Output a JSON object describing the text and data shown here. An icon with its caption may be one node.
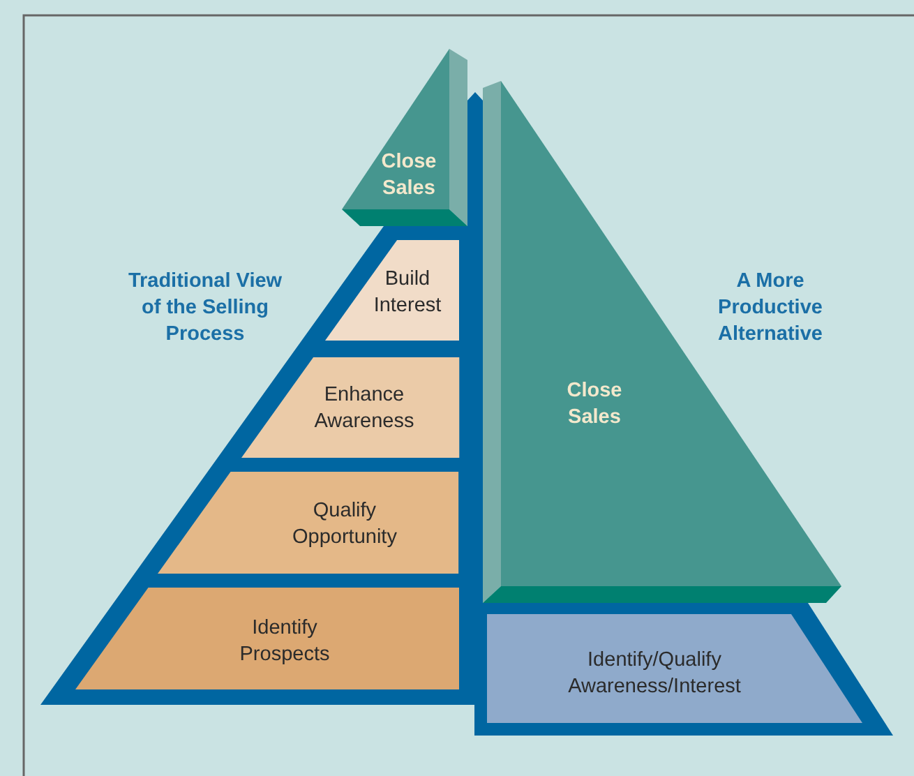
{
  "diagram": {
    "nodes": [
      {
        "text": [
          "Close Sales"
        ]
      },
      {
        "text": [
          "Build Interest"
        ]
      },
      {
        "text": [
          "Enhance Awareness"
        ]
      },
      {
        "text": [
          "Qualify Opportunity"
        ]
      },
      {
        "text": [
          "Identify Prospects"
        ]
      },
      {
        "text": [
          "Close Sales"
        ]
      },
      {
        "text": [
          "Identify/Qualify Awareness/Interest"
        ]
      }
    ],
    "labels": [
      "Traditional View of the Selling Process",
      "A More Productive Alternative"
    ]
  }
}
